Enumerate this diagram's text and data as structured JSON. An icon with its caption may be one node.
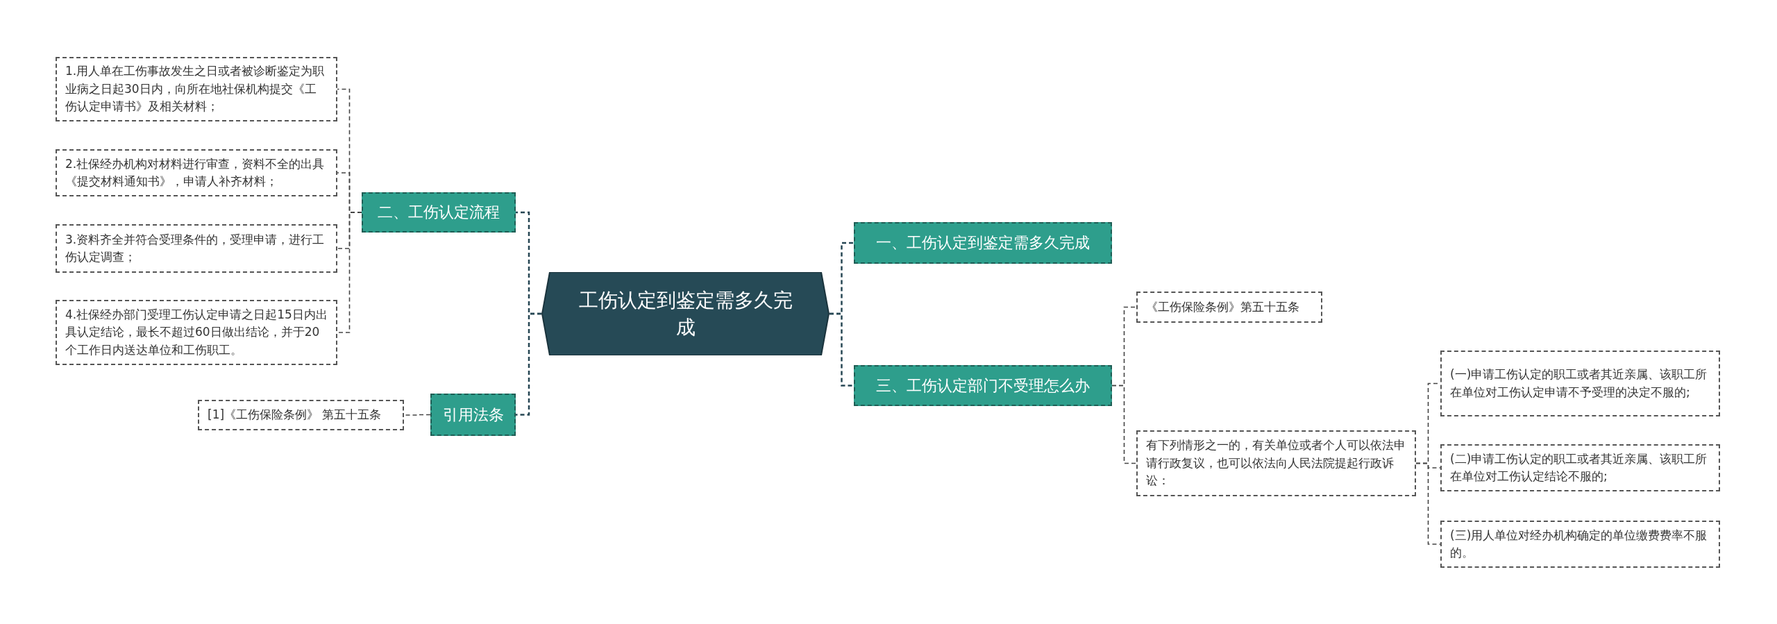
{
  "diagram": {
    "nodes": [
      {
        "text": [
          "工伤认定到鉴定需多久完成"
        ]
      },
      {
        "text": [
          "二、工伤认定流程"
        ]
      },
      {
        "text": [
          "1.用人单在工伤事故发生之日或者被诊断鉴定为职业病之日起30日内，向所在地社保机构提交《工伤认定申请书》及相关材料；"
        ]
      },
      {
        "text": [
          "2.社保经办机构对材料进行审查，资料不全的出具《提交材料通知书》，申请人补齐材料；"
        ]
      },
      {
        "text": [
          "3.资料齐全并符合受理条件的，受理申请，进行工伤认定调查；"
        ]
      },
      {
        "text": [
          "4.社保经办部门受理工伤认定申请之日起15日内出具认定结论，最长不超过60日做出结论，并于20个工作日内送达单位和工伤职工。"
        ]
      },
      {
        "text": [
          "引用法条"
        ]
      },
      {
        "text": [
          "[1]《工伤保险条例》 第五十五条"
        ]
      },
      {
        "text": [
          "一、工伤认定到鉴定需多久完成"
        ]
      },
      {
        "text": [
          "三、工伤认定部门不受理怎么办"
        ]
      },
      {
        "text": [
          "《工伤保险条例》第五十五条"
        ]
      },
      {
        "text": [
          "有下列情形之一的，有关单位或者个人可以依法申请行政复议，也可以依法向人民法院提起行政诉讼："
        ]
      },
      {
        "text": [
          "(一)申请工伤认定的职工或者其近亲属、该职工所在单位对工伤认定申请不予受理的决定不服的;"
        ]
      },
      {
        "text": [
          "(二)申请工伤认定的职工或者其近亲属、该职工所在单位对工伤认定结论不服的;"
        ]
      },
      {
        "text": [
          "(三)用人单位对经办机构确定的单位缴费费率不服的。"
        ]
      }
    ],
    "edges": [
      {
        "from": 0,
        "to": 1,
        "arrow": "none"
      },
      {
        "from": 1,
        "to": 2,
        "arrow": "none"
      },
      {
        "from": 1,
        "to": 3,
        "arrow": "none"
      },
      {
        "from": 1,
        "to": 4,
        "arrow": "none"
      },
      {
        "from": 1,
        "to": 5,
        "arrow": "none"
      },
      {
        "from": 0,
        "to": 6,
        "arrow": "none"
      },
      {
        "from": 6,
        "to": 7,
        "arrow": "none"
      },
      {
        "from": 0,
        "to": 8,
        "arrow": "none"
      },
      {
        "from": 0,
        "to": 9,
        "arrow": "none"
      },
      {
        "from": 9,
        "to": 10,
        "arrow": "none"
      },
      {
        "from": 9,
        "to": 11,
        "arrow": "none"
      },
      {
        "from": 11,
        "to": 12,
        "arrow": "none"
      },
      {
        "from": 11,
        "to": 13,
        "arrow": "none"
      },
      {
        "from": 11,
        "to": 14,
        "arrow": "none"
      }
    ]
  }
}
